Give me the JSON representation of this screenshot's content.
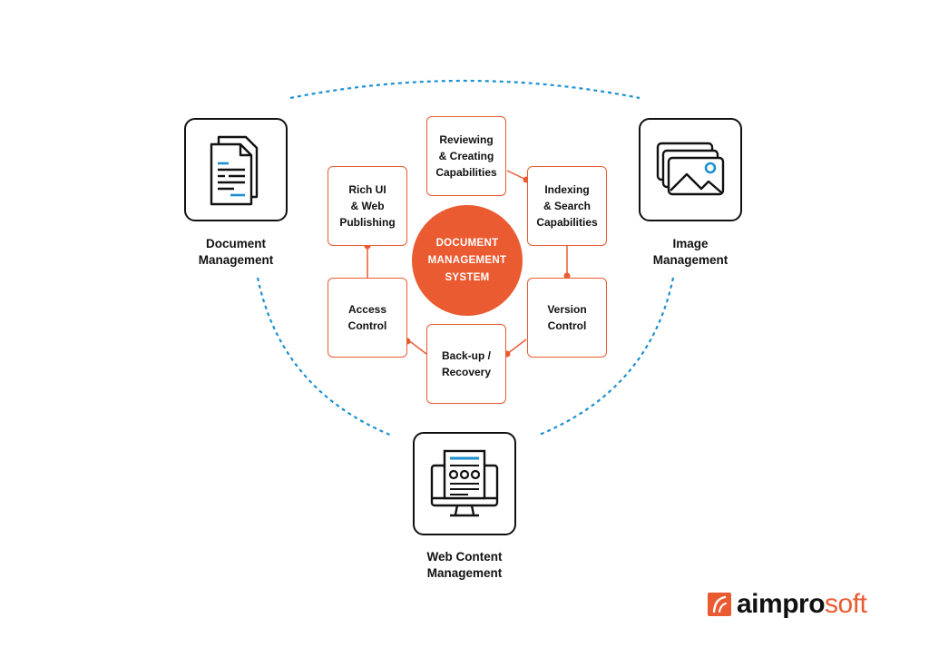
{
  "center": {
    "lines": [
      "DOCUMENT",
      "MANAGEMENT",
      "SYSTEM"
    ],
    "color": "#ea5b32"
  },
  "features": [
    {
      "id": "reviewing",
      "lines": [
        "Reviewing",
        "& Creating",
        "Capabilities"
      ]
    },
    {
      "id": "indexing",
      "lines": [
        "Indexing",
        "& Search",
        "Capabilities"
      ]
    },
    {
      "id": "version",
      "lines": [
        "Version",
        "Control"
      ]
    },
    {
      "id": "backup",
      "lines": [
        "Back-up /",
        "Recovery"
      ]
    },
    {
      "id": "access",
      "lines": [
        "Access",
        "Control"
      ]
    },
    {
      "id": "rich-ui",
      "lines": [
        "Rich UI",
        "& Web",
        "Publishing"
      ]
    }
  ],
  "outer_nodes": [
    {
      "id": "document-management",
      "icon": "document-icon",
      "lines": [
        "Document",
        "Management"
      ]
    },
    {
      "id": "image-management",
      "icon": "image-gallery-icon",
      "lines": [
        "Image",
        "Management"
      ]
    },
    {
      "id": "web-content-management",
      "icon": "web-monitor-icon",
      "lines": [
        "Web Content",
        "Management"
      ]
    }
  ],
  "logo": {
    "part1": "aimpro",
    "part2": "soft"
  },
  "colors": {
    "accent": "#ea5b32",
    "link": "#1e90d0",
    "outline": "#111111"
  }
}
